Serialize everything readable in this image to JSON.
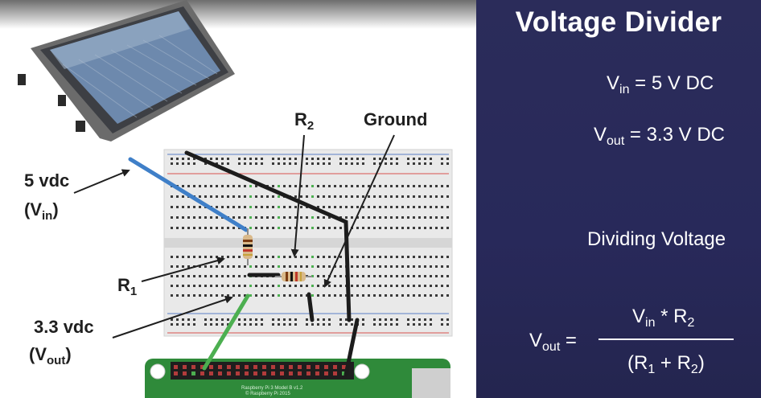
{
  "title": "Voltage Divider",
  "equations": {
    "vin": {
      "v": "V",
      "sub": "in",
      "rest": " = 5 V DC"
    },
    "vout": {
      "v": "V",
      "sub": "out",
      "rest": " = 3.3 V DC"
    },
    "dividing": "Dividing Voltage",
    "formula": {
      "lhs_v": "V",
      "lhs_sub": "out",
      "lhs_eq": " =",
      "num_v": "V",
      "num_sub": "in",
      "num_rest": " * R",
      "num_sub2": "2",
      "den_open": "(R",
      "den_sub1": "1",
      "den_mid": " + R",
      "den_sub2": "2",
      "den_close": ")"
    }
  },
  "labels": {
    "r2": {
      "r": "R",
      "sub": "2"
    },
    "ground": "Ground",
    "five_vdc": "5 vdc",
    "vin_paren": {
      "open": "(V",
      "sub": "in",
      "close": ")"
    },
    "r1": {
      "r": "R",
      "sub": "1"
    },
    "three_vdc": "3.3 vdc",
    "vout_paren": {
      "open": "(V",
      "sub": "out",
      "close": ")"
    }
  },
  "board_text": {
    "pi_model": "Raspberry Pi 3 Model B v1.2",
    "pi_copyright": "© Raspberry Pi 2015"
  },
  "colors": {
    "panel_bg": "#2b2c5a",
    "breadboard": "#e9e9e9",
    "pi_green": "#2f8a3a",
    "wire_blue": "#3f7fc8",
    "wire_green": "#4caf50",
    "wire_black": "#1c1c1c",
    "rail_red": "#d9534f",
    "rail_blue": "#5b7fc7"
  }
}
